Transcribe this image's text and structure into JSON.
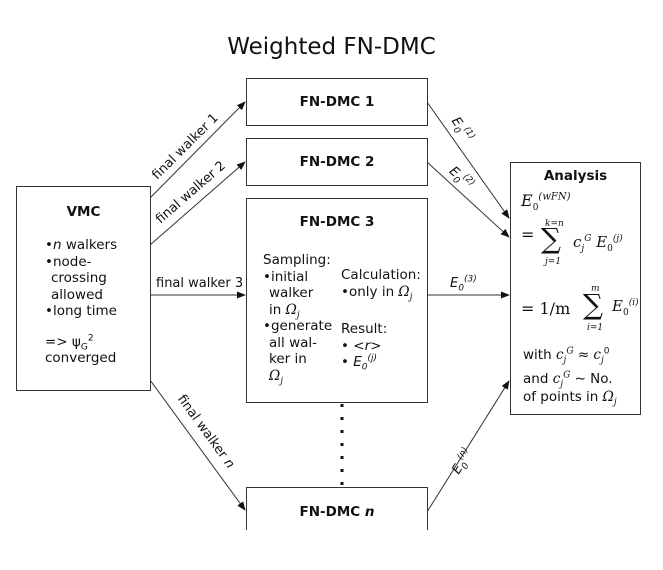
{
  "title": "Weighted FN-DMC",
  "vmc": {
    "title": "VMC",
    "bullets": [
      {
        "italic": "n",
        "text": " walkers"
      },
      {
        "italic": "",
        "text": "node-"
      },
      {
        "italic": "",
        "text": "crossing"
      },
      {
        "italic": "",
        "text": "allowed"
      },
      {
        "italic": "",
        "text": "long time"
      }
    ],
    "bullet1_italic": "n",
    "bullet1_text": " walkers",
    "bullet2_line1": "node-",
    "bullet2_line2": "crossing",
    "bullet2_line3": "allowed",
    "bullet3": "long time",
    "result_arrow": "=>",
    "result_symbol": "ψ",
    "result_sub": "G",
    "result_sup": "2",
    "result_text": "converged"
  },
  "walkers": {
    "w1": "final walker 1",
    "w2": "final walker 2",
    "w3": "final walker 3",
    "wn_prefix": "final walker ",
    "wn_italic": "n"
  },
  "dmc_boxes": {
    "b1": "FN-DMC 1",
    "b2": "FN-DMC 2",
    "b3": "FN-DMC 3",
    "bn_prefix": "FN-DMC ",
    "bn_italic": "n"
  },
  "dmc3": {
    "sampling_label": "Sampling:",
    "s1_l1": "initial",
    "s1_l2": "walker",
    "s1_l3": "in ",
    "s2_l1": "generate",
    "s2_l2": "all wal-",
    "s2_l3": "ker in",
    "omega": "Ω",
    "omega_sub": "j",
    "calc_label": "Calculation:",
    "calc_item": "only in ",
    "result_label": "Result:",
    "result_r": "<r>",
    "result_e": "E",
    "result_e_sub": "0",
    "result_e_sup": "(j)"
  },
  "energies": {
    "e1_sup": "(1)",
    "e2_sup": "(2)",
    "e3_sup": "(3)",
    "en_sup": "(n)",
    "symbol": "E",
    "sub": "0"
  },
  "analysis": {
    "title": "Analysis",
    "line1_E": "E",
    "line1_sub": "0",
    "line1_sup": "(wFN)",
    "sum1_top": "k=n",
    "sum1_bottom": "j=1",
    "sum1_term_c": "c",
    "sum1_term_c_sub": "j",
    "sum1_term_c_sup": "G",
    "sum1_term_E_sup": "(j)",
    "sum2_prefix": "= 1/m",
    "sum2_top": "m",
    "sum2_bottom": "i=1",
    "sum2_term_E_sup": "(i)",
    "with_label": "with",
    "with_rel": "≈",
    "with_rhs_sup": "0",
    "and_label": "and",
    "and_rel": "∼",
    "and_rhs": "No.",
    "last_line": "of points in ",
    "eq_sign": "=",
    "sigma": "∑"
  }
}
